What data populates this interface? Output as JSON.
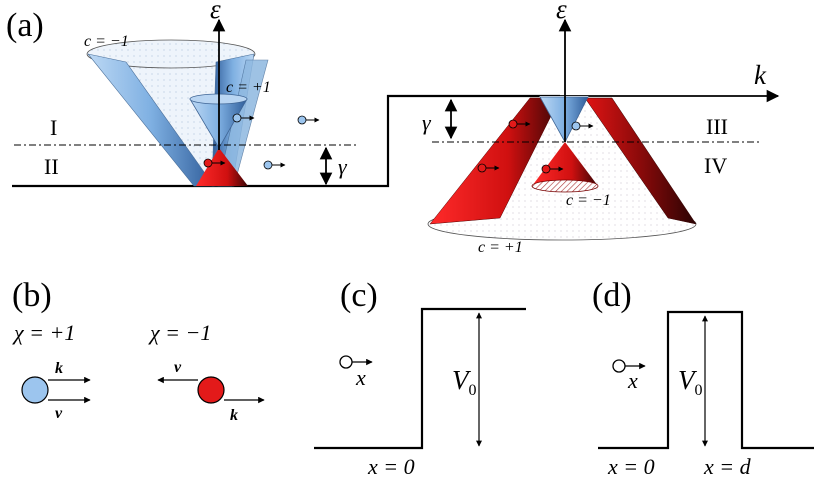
{
  "panels": {
    "a": {
      "label": "(a)",
      "energy_axis": "ε",
      "k_axis": "k",
      "gamma": "γ",
      "left": {
        "outer_cone": "c = −1",
        "inner_cone": "c = +1",
        "region_upper": "I",
        "region_lower": "II"
      },
      "right": {
        "inner_cone": "c = −1",
        "outer_cone": "c = +1",
        "region_upper": "III",
        "region_lower": "IV"
      }
    },
    "b": {
      "label": "(b)",
      "left": {
        "chirality": "χ = +1",
        "k_label": "k⃗",
        "v_label": "v⃗"
      },
      "right": {
        "chirality": "χ = −1",
        "v_label": "v⃗",
        "k_label": "k⃗"
      }
    },
    "c": {
      "label": "(c)",
      "particle": "x",
      "barrier": "V",
      "barrier_sub": "0",
      "position": "x = 0"
    },
    "d": {
      "label": "(d)",
      "particle": "x",
      "barrier": "V",
      "barrier_sub": "0",
      "position_left": "x = 0",
      "position_right": "x = d"
    }
  },
  "colors": {
    "blue": "#8ab8e6",
    "blue_dark": "#2f5d9a",
    "red": "#e31a1a",
    "red_dark": "#4a0808",
    "line": "#000000"
  }
}
